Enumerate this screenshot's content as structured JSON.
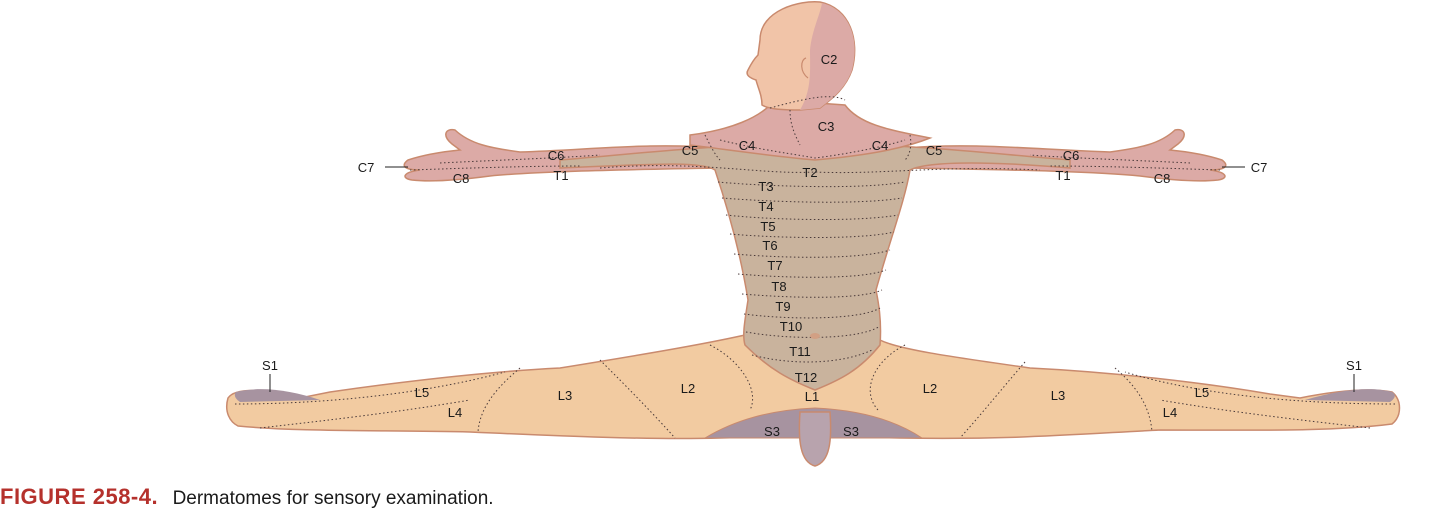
{
  "figure": {
    "caption_label": "FIGURE 258-4.",
    "caption_text": "Dermatomes for sensory examination."
  },
  "labels": {
    "c2": "C2",
    "c3": "C3",
    "c4_l": "C4",
    "c4_r": "C4",
    "c5_l": "C5",
    "c5_r": "C5",
    "c6_l": "C6",
    "c6_r": "C6",
    "c7_l": "C7",
    "c7_r": "C7",
    "c8_l": "C8",
    "c8_r": "C8",
    "t1_l": "T1",
    "t1_r": "T1",
    "t2": "T2",
    "t3": "T3",
    "t4": "T4",
    "t5": "T5",
    "t6": "T6",
    "t7": "T7",
    "t8": "T8",
    "t9": "T9",
    "t10": "T10",
    "t11": "T11",
    "t12": "T12",
    "l1": "L1",
    "l2_l": "L2",
    "l2_r": "L2",
    "l3_l": "L3",
    "l3_r": "L3",
    "l4_l": "L4",
    "l4_r": "L4",
    "l5_l": "L5",
    "l5_r": "L5",
    "s1_l": "S1",
    "s1_r": "S1",
    "s3_l": "S3",
    "s3_r": "S3"
  },
  "colors": {
    "cervical": "#dcaaa6",
    "thoracic": "#c9b39d",
    "lumbar": "#f2cba1",
    "sacral": "#a793a0",
    "head": "#f1c4a8",
    "outline": "#c98a6e"
  }
}
